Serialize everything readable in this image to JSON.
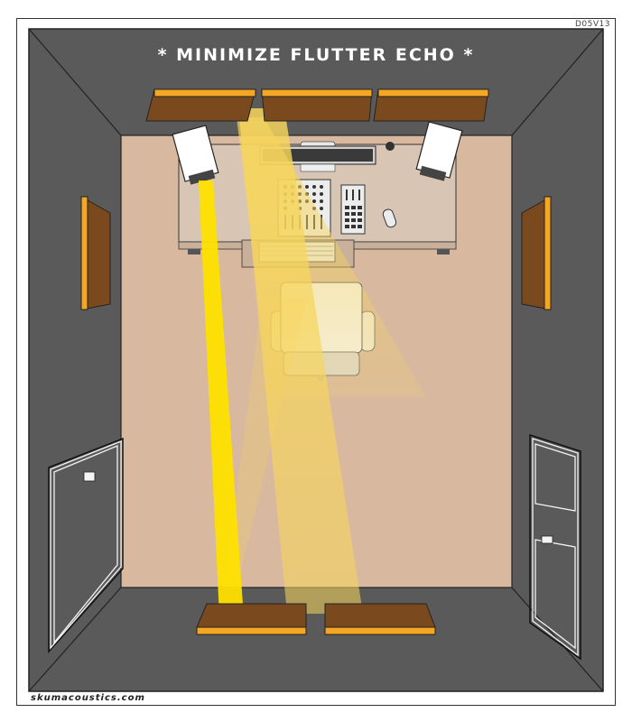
{
  "diagram": {
    "code": "D05V13",
    "title": "* MINIMIZE FLUTTER ECHO *",
    "website": "skumacoustics.com"
  },
  "colors": {
    "wall": "#5a5a5a",
    "floor": "#d8b9a0",
    "panel_face": "#f5a623",
    "panel_top": "#7a4a1e",
    "beam": "#ffe000",
    "beam_soft": "#f6d55c"
  }
}
